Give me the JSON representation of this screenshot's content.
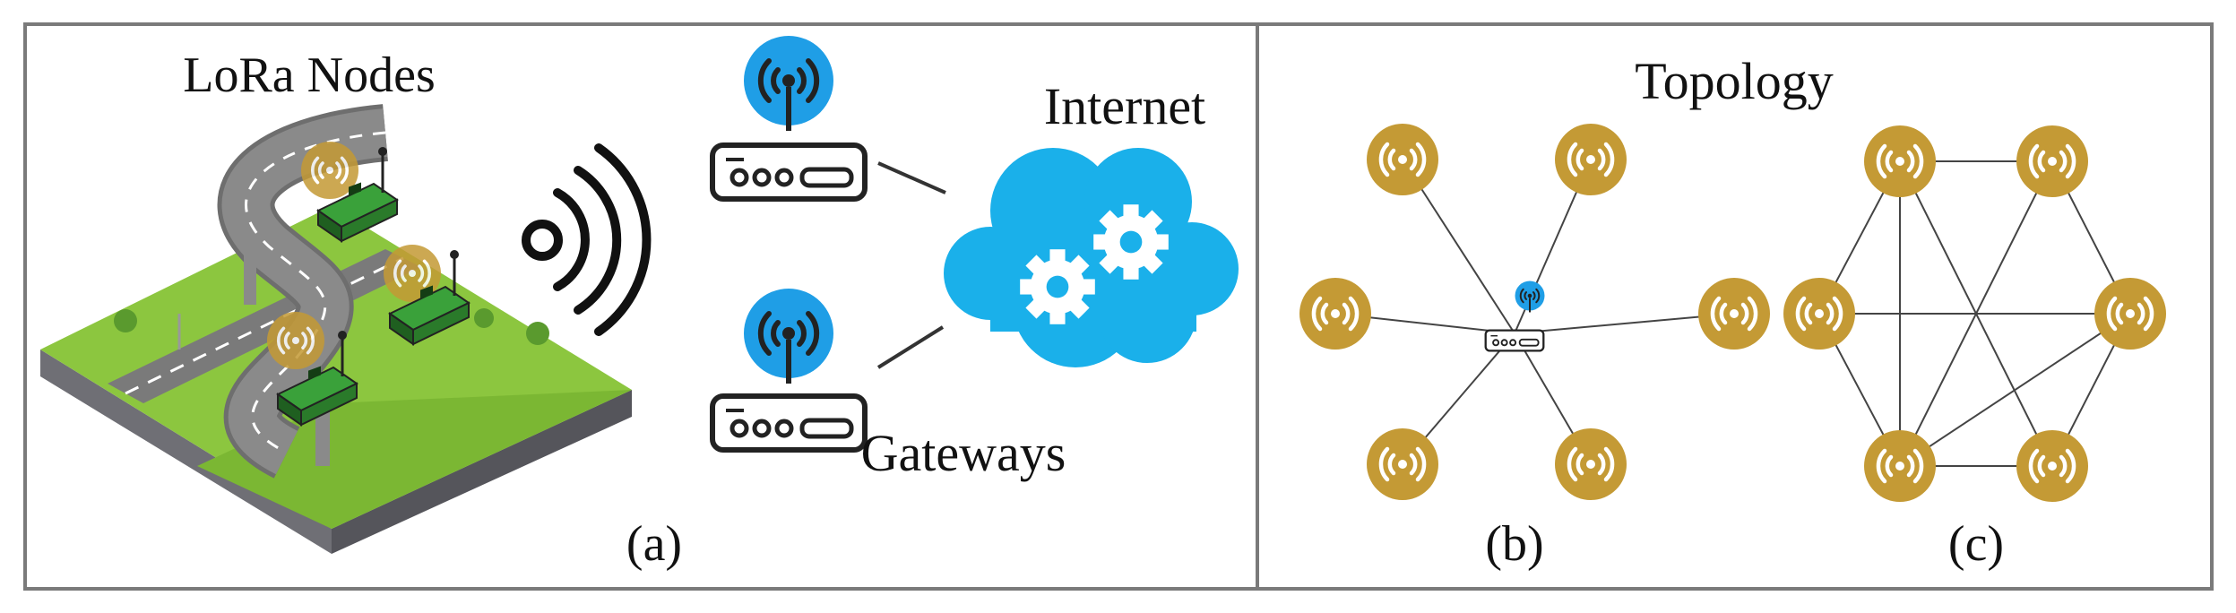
{
  "labels": {
    "lora_nodes": "LoRa Nodes",
    "internet": "Internet",
    "gateways": "Gateways",
    "topology": "Topology",
    "panel_a": "(a)",
    "panel_b": "(b)",
    "panel_c": "(c)"
  },
  "colors": {
    "frame": "#7a7a7a",
    "node_gold": "#c49a35",
    "gateway_blue": "#1f9ee6",
    "cloud_blue": "#1ab0ea",
    "grass": "#8cc63f",
    "road": "#7a7a7a",
    "board": "#2f8f32",
    "link_line": "#444444"
  },
  "icons": {
    "node": "lora-node-icon",
    "gateway": "gateway-router-icon",
    "antenna": "antenna-signal-icon",
    "cloud": "cloud-gears-icon",
    "wave": "radio-wave-icon"
  },
  "topology": {
    "star": {
      "type": "star",
      "node_count": 6,
      "center": "gateway"
    },
    "mesh": {
      "type": "mesh",
      "node_count": 6,
      "edges": [
        [
          0,
          1
        ],
        [
          1,
          2
        ],
        [
          2,
          3
        ],
        [
          3,
          4
        ],
        [
          4,
          5
        ],
        [
          5,
          0
        ],
        [
          0,
          3
        ],
        [
          1,
          4
        ],
        [
          2,
          5
        ],
        [
          0,
          4
        ],
        [
          2,
          4
        ]
      ]
    }
  }
}
